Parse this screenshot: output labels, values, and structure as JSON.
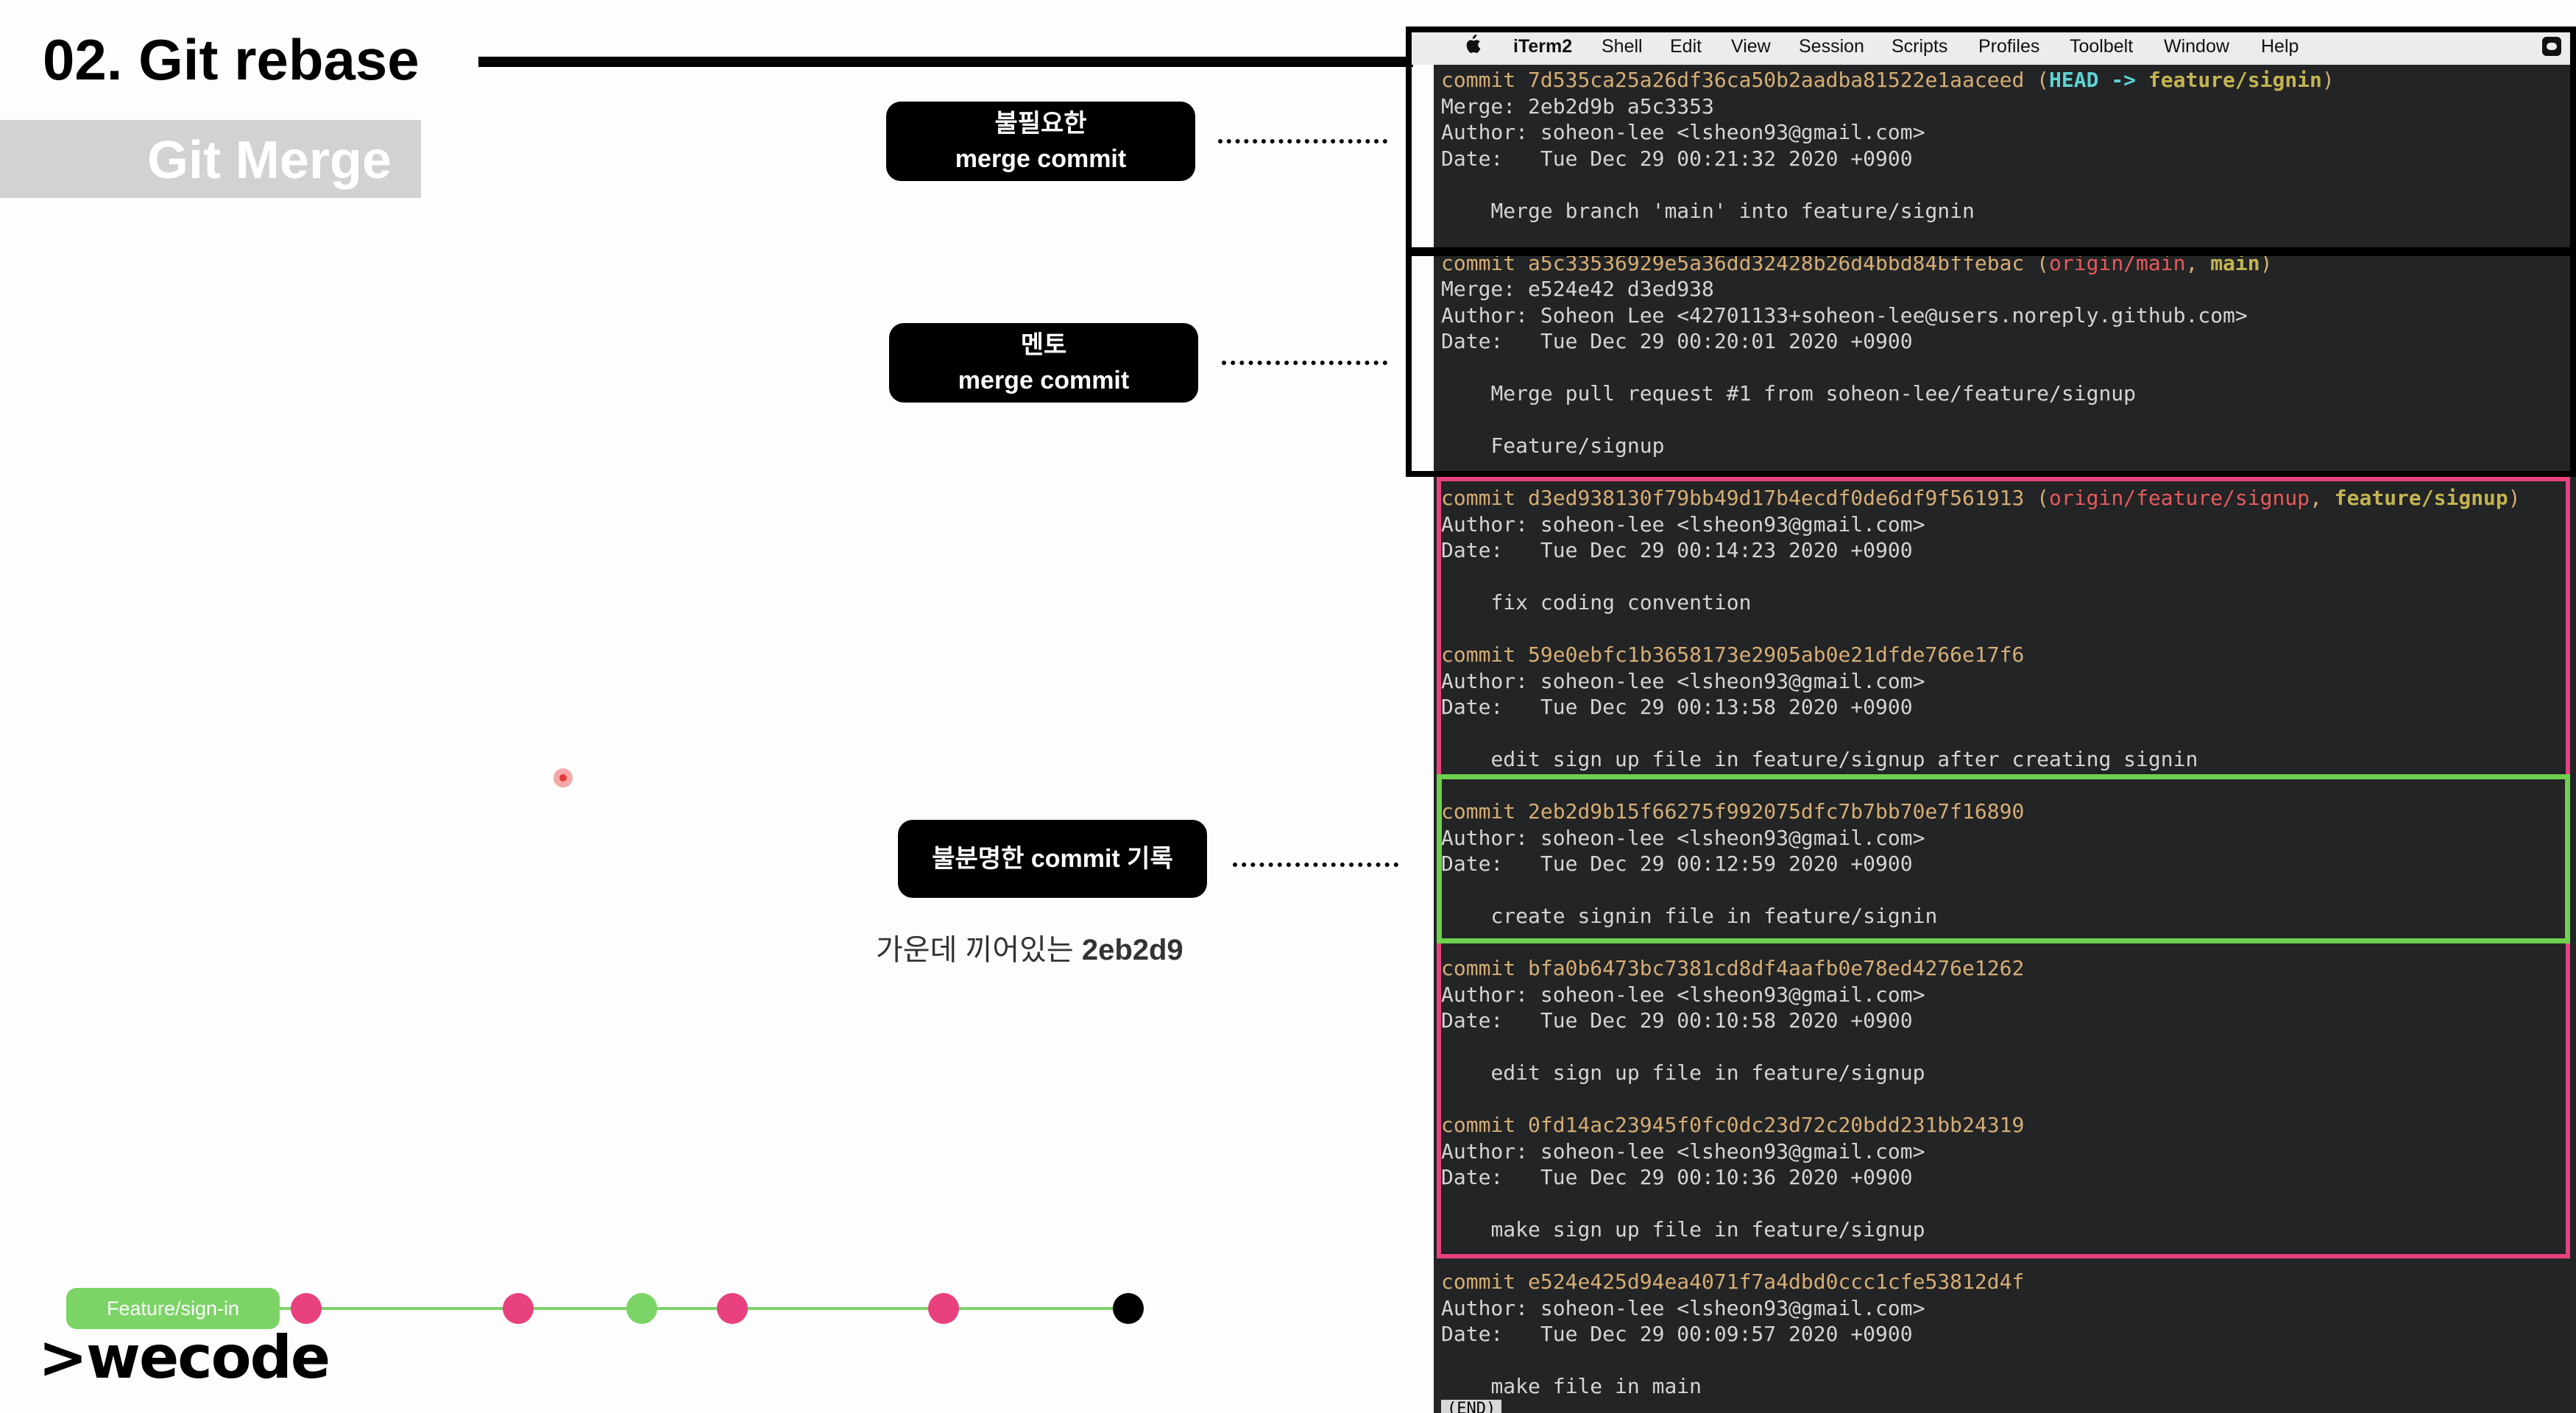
{
  "slide": {
    "title": "02. Git rebase",
    "subtitle": "Git Merge",
    "logo": ">wecode",
    "caption_prefix": "가운데 끼어있는 ",
    "caption_strong": "2eb2d9"
  },
  "callouts": [
    {
      "line1": "불필요한",
      "line2": "merge commit"
    },
    {
      "line1": "멘토",
      "line2": "merge commit"
    },
    {
      "line1": "불분명한 commit 기록",
      "line2": ""
    }
  ],
  "timeline": {
    "branch_label": "Feature/sign-in",
    "node_colors": [
      "#e9417f",
      "#e9417f",
      "#7cd466",
      "#e9417f",
      "#e9417f",
      "#000000"
    ]
  },
  "menubar": {
    "app": "iTerm2",
    "items": [
      "Shell",
      "Edit",
      "View",
      "Session",
      "Scripts",
      "Profiles",
      "Toolbelt",
      "Window",
      "Help"
    ]
  },
  "colors": {
    "frame_black": "#000000",
    "frame_pink": "#e9417f",
    "frame_green": "#6dd04e",
    "terminal_bg": "#222426"
  },
  "terminal": {
    "commits": [
      {
        "hash": "7d535ca25a26df36ca50b2aadba81522e1aaceed",
        "refs_head": "HEAD -> ",
        "refs": "feature/signin",
        "merge": "Merge: 2eb2d9b a5c3353",
        "author": "Author: soheon-lee <lsheon93@gmail.com>",
        "date": "Date:   Tue Dec 29 00:21:32 2020 +0900",
        "messages": [
          "Merge branch 'main' into feature/signin"
        ]
      },
      {
        "hash": "a5c33536929e5a36dd32428b26d4bbd84bffebac",
        "refs_red": "origin/main",
        "refs": "main",
        "merge": "Merge: e524e42 d3ed938",
        "author": "Author: Soheon Lee <42701133+soheon-lee@users.noreply.github.com>",
        "date": "Date:   Tue Dec 29 00:20:01 2020 +0900",
        "messages": [
          "Merge pull request #1 from soheon-lee/feature/signup",
          "Feature/signup"
        ]
      },
      {
        "hash": "d3ed938130f79bb49d17b4ecdf0de6df9f561913",
        "refs_red": "origin/feature/signup",
        "refs": "feature/signup",
        "author": "Author: soheon-lee <lsheon93@gmail.com>",
        "date": "Date:   Tue Dec 29 00:14:23 2020 +0900",
        "messages": [
          "fix coding convention"
        ]
      },
      {
        "hash": "59e0ebfc1b3658173e2905ab0e21dfde766e17f6",
        "author": "Author: soheon-lee <lsheon93@gmail.com>",
        "date": "Date:   Tue Dec 29 00:13:58 2020 +0900",
        "messages": [
          "edit sign up file in feature/signup after creating signin"
        ]
      },
      {
        "hash": "2eb2d9b15f66275f992075dfc7b7bb70e7f16890",
        "author": "Author: soheon-lee <lsheon93@gmail.com>",
        "date": "Date:   Tue Dec 29 00:12:59 2020 +0900",
        "messages": [
          "create signin file in feature/signin"
        ]
      },
      {
        "hash": "bfa0b6473bc7381cd8df4aafb0e78ed4276e1262",
        "author": "Author: soheon-lee <lsheon93@gmail.com>",
        "date": "Date:   Tue Dec 29 00:10:58 2020 +0900",
        "messages": [
          "edit sign up file in feature/signup"
        ]
      },
      {
        "hash": "0fd14ac23945f0fc0dc23d72c20bdd231bb24319",
        "author": "Author: soheon-lee <lsheon93@gmail.com>",
        "date": "Date:   Tue Dec 29 00:10:36 2020 +0900",
        "messages": [
          "make sign up file in feature/signup"
        ]
      },
      {
        "hash": "e524e425d94ea4071f7a4dbd0ccc1cfe53812d4f",
        "author": "Author: soheon-lee <lsheon93@gmail.com>",
        "date": "Date:   Tue Dec 29 00:09:57 2020 +0900",
        "messages": [
          "make file in main"
        ]
      }
    ],
    "end_marker": "(END)"
  }
}
